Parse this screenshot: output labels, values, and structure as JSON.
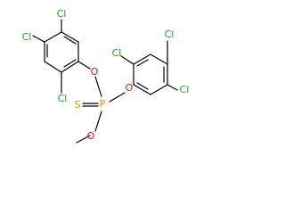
{
  "molecule": {
    "atoms": {
      "cl_top_left": "Cl",
      "cl_left": "Cl",
      "cl_bottom_left": "Cl",
      "o_left": "O",
      "p_center": "P",
      "s_thio": "S",
      "o_right": "O",
      "o_methoxy": "O",
      "cl_top_right_upper": "Cl",
      "cl_right_mid": "Cl",
      "cl_right": "Cl"
    },
    "colors": {
      "carbon_bond": "#000000",
      "chlorine": "#1aa51a",
      "oxygen": "#ff0d0d",
      "phosphorus": "#ff8000",
      "sulfur": "#b3a300"
    }
  }
}
